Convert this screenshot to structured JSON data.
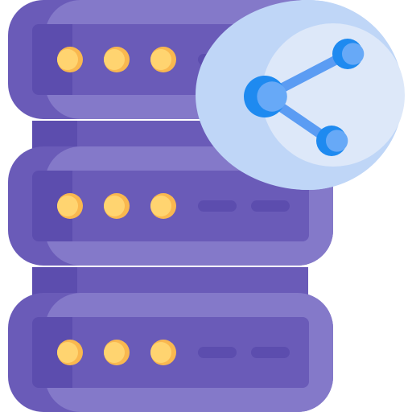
{
  "icon": {
    "name": "server-share-icon",
    "units": 3,
    "leds_per_unit": 3,
    "slots_per_unit": 2
  },
  "badge": {
    "name": "share-icon",
    "nodes": 3
  },
  "colors": {
    "frame_dark": "#6A5BB8",
    "frame_light": "#8479C9",
    "panel_dark": "#5C4DAE",
    "panel_mid": "#6A5BB8",
    "led_dark": "#F9B84F",
    "led_light": "#FFD470",
    "slot": "#5C4DAE",
    "circle_back": "#BFD6F7",
    "circle_front": "#DDE8F9",
    "node_dark": "#1E8AF0",
    "node_light": "#67A9F7",
    "line": "#5B9CF3"
  }
}
